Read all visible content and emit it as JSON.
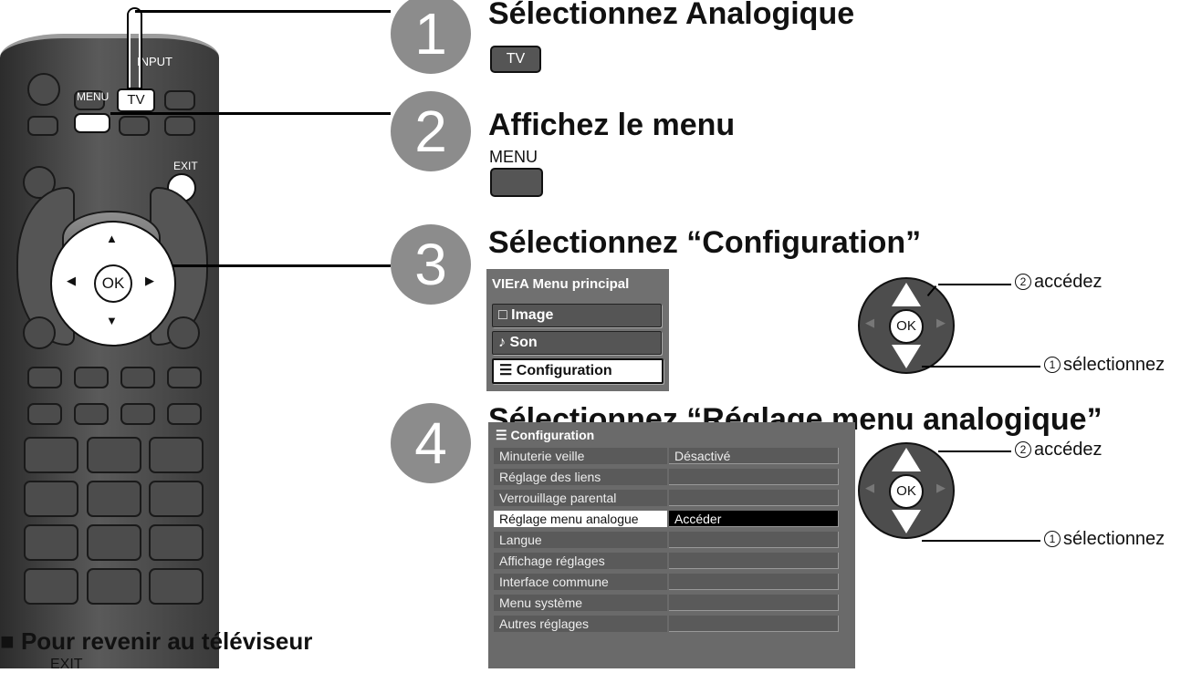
{
  "remote": {
    "input_label": "INPUT",
    "tv_label": "TV",
    "menu_label": "MENU",
    "exit_label": "EXIT",
    "ok_label": "OK",
    "up": "▲",
    "down": "▼",
    "left": "◀",
    "right": "▶"
  },
  "steps": [
    {
      "number": "1",
      "title": "Sélectionnez Analogique",
      "key_label": "TV"
    },
    {
      "number": "2",
      "title": "Affichez le menu",
      "key_label": "MENU"
    },
    {
      "number": "3",
      "title": "Sélectionnez “Configuration”"
    },
    {
      "number": "4",
      "title": "Sélectionnez “Réglage menu analogique”"
    }
  ],
  "main_menu": {
    "header": "VIErA Menu principal",
    "items": [
      {
        "icon": "□",
        "label": "Image"
      },
      {
        "icon": "♪",
        "label": "Son"
      },
      {
        "icon": "☰",
        "label": "Configuration"
      }
    ]
  },
  "pad": {
    "ok": "OK",
    "access_num": "2",
    "access_label": "accédez",
    "select_num": "1",
    "select_label": "sélectionnez"
  },
  "config_menu": {
    "header": "☰ Configuration",
    "rows": [
      {
        "label": "Minuterie veille",
        "value": "Désactivé"
      },
      {
        "label": "Réglage des liens",
        "value": ""
      },
      {
        "label": "Verrouillage parental",
        "value": ""
      },
      {
        "label": "Réglage menu analogue",
        "value": "Accéder"
      },
      {
        "label": "Langue",
        "value": ""
      },
      {
        "label": "Affichage réglages",
        "value": ""
      },
      {
        "label": "Interface commune",
        "value": ""
      },
      {
        "label": "Menu système",
        "value": ""
      },
      {
        "label": "Autres réglages",
        "value": ""
      }
    ]
  },
  "footer": {
    "bullet": "■",
    "title": "Pour revenir au téléviseur",
    "key": "EXIT"
  },
  "colors": {
    "step_circle": "#8c8c8c",
    "remote_body": "#4a4a4a",
    "selected_value_bg": "#000000"
  }
}
